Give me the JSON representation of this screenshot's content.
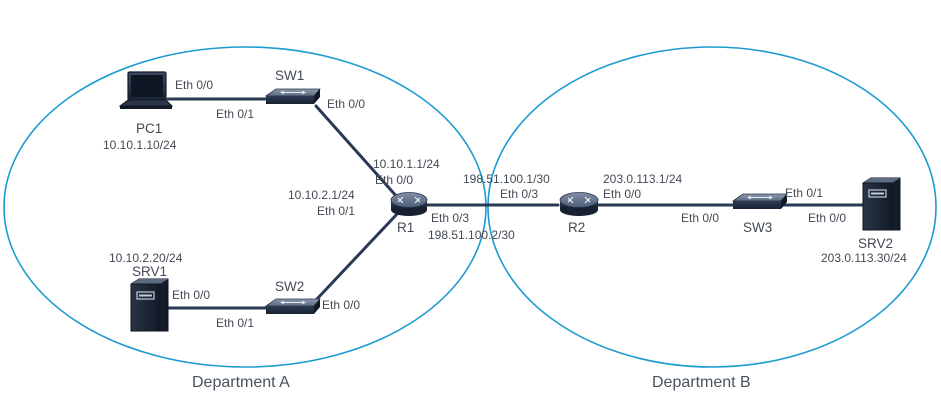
{
  "departments": {
    "a": {
      "label": "Department  A"
    },
    "b": {
      "label": "Department B"
    }
  },
  "devices": {
    "pc1": {
      "name": "PC1",
      "ip": "10.10.1.10/24",
      "port": "Eth 0/0"
    },
    "srv1": {
      "name": "SRV1",
      "ip": "10.10.2.20/24",
      "port": "Eth 0/0"
    },
    "sw1": {
      "name": "SW1",
      "port_pc": "Eth 0/1",
      "port_uplink": "Eth 0/0"
    },
    "sw2": {
      "name": "SW2",
      "port_srv": "Eth 0/1",
      "port_uplink": "Eth 0/0"
    },
    "r1": {
      "name": "R1",
      "eth00": {
        "ip": "10.10.1.1/24",
        "port": "Eth 0/0"
      },
      "eth01": {
        "ip": "10.10.2.1/24",
        "port": "Eth 0/1"
      },
      "eth03": {
        "ip": "198.51.100.2/30",
        "port": "Eth 0/3"
      }
    },
    "r2": {
      "name": "R2",
      "eth03": {
        "ip": "198.51.100.1/30",
        "port": "Eth 0/3"
      },
      "eth00": {
        "ip": "203.0.113.1/24",
        "port": "Eth 0/0"
      }
    },
    "sw3": {
      "name": "SW3",
      "port_r2": "Eth 0/0",
      "port_srv": "Eth 0/1"
    },
    "srv2": {
      "name": "SRV2",
      "ip": "203.0.113.30/24",
      "port": "Eth 0/0"
    }
  },
  "colors": {
    "ellipse": "#1b9bd0",
    "link": "#2a3a55",
    "device_dark": "#1f2a3c",
    "label": "#444a54"
  },
  "icons": {
    "pc1": "laptop-icon",
    "srv1": "server-icon",
    "srv2": "server-icon",
    "sw1": "switch-icon",
    "sw2": "switch-icon",
    "sw3": "switch-icon",
    "r1": "router-icon",
    "r2": "router-icon"
  }
}
